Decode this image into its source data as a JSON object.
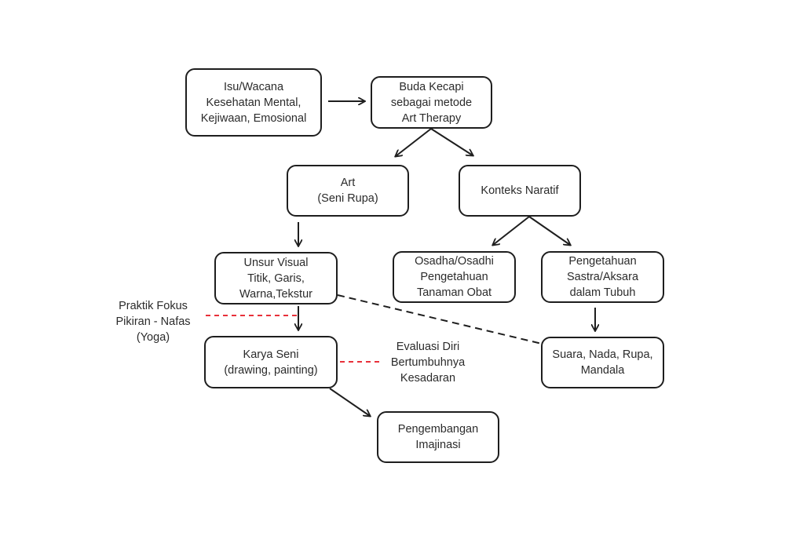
{
  "diagram": {
    "nodes": [
      {
        "id": "isu",
        "lines": [
          "Isu/Wacana",
          "Kesehatan Mental,",
          "Kejiwaan, Emosional"
        ]
      },
      {
        "id": "buda",
        "lines": [
          "Buda Kecapi",
          "sebagai metode",
          "Art Therapy"
        ]
      },
      {
        "id": "art",
        "lines": [
          "Art",
          "(Seni Rupa)"
        ]
      },
      {
        "id": "konteks",
        "lines": [
          "Konteks Naratif"
        ]
      },
      {
        "id": "unsur",
        "lines": [
          "Unsur Visual",
          "Titik, Garis,",
          "Warna,Tekstur"
        ]
      },
      {
        "id": "osadha",
        "lines": [
          "Osadha/Osadhi",
          "Pengetahuan",
          "Tanaman Obat"
        ]
      },
      {
        "id": "pengetahuan",
        "lines": [
          "Pengetahuan",
          "Sastra/Aksara",
          "dalam  Tubuh"
        ]
      },
      {
        "id": "karya",
        "lines": [
          "Karya Seni",
          "(drawing, painting)"
        ]
      },
      {
        "id": "suara",
        "lines": [
          "Suara, Nada, Rupa,",
          "Mandala"
        ]
      },
      {
        "id": "imajinasi",
        "lines": [
          "Pengembangan",
          "Imajinasi"
        ]
      }
    ],
    "annotations": [
      {
        "id": "praktik",
        "lines": [
          "Praktik Fokus",
          "Pikiran - Nafas",
          "(Yoga)"
        ]
      },
      {
        "id": "evaluasi",
        "lines": [
          "Evaluasi Diri",
          "Bertumbuhnya",
          "Kesadaran"
        ]
      }
    ],
    "edges": [
      {
        "from": "isu",
        "to": "buda",
        "style": "solid-arrow"
      },
      {
        "from": "buda",
        "to": "art",
        "style": "solid-arrow"
      },
      {
        "from": "buda",
        "to": "konteks",
        "style": "solid-arrow"
      },
      {
        "from": "art",
        "to": "unsur",
        "style": "solid-arrow"
      },
      {
        "from": "konteks",
        "to": "osadha",
        "style": "solid-arrow"
      },
      {
        "from": "konteks",
        "to": "pengetahuan",
        "style": "solid-arrow"
      },
      {
        "from": "unsur",
        "to": "karya",
        "style": "solid-arrow"
      },
      {
        "from": "pengetahuan",
        "to": "suara",
        "style": "solid-arrow"
      },
      {
        "from": "karya",
        "to": "imajinasi",
        "style": "solid-arrow"
      },
      {
        "from": "unsur",
        "to": "suara",
        "style": "black-dashed"
      },
      {
        "from": "praktik",
        "to": "unsur-karya-link",
        "style": "red-dashed"
      },
      {
        "from": "karya",
        "to": "evaluasi",
        "style": "red-dashed"
      }
    ],
    "colors": {
      "stroke": "#1e1e1e",
      "annotation_link": "#e8303a",
      "text": "#2b2b2b"
    }
  }
}
